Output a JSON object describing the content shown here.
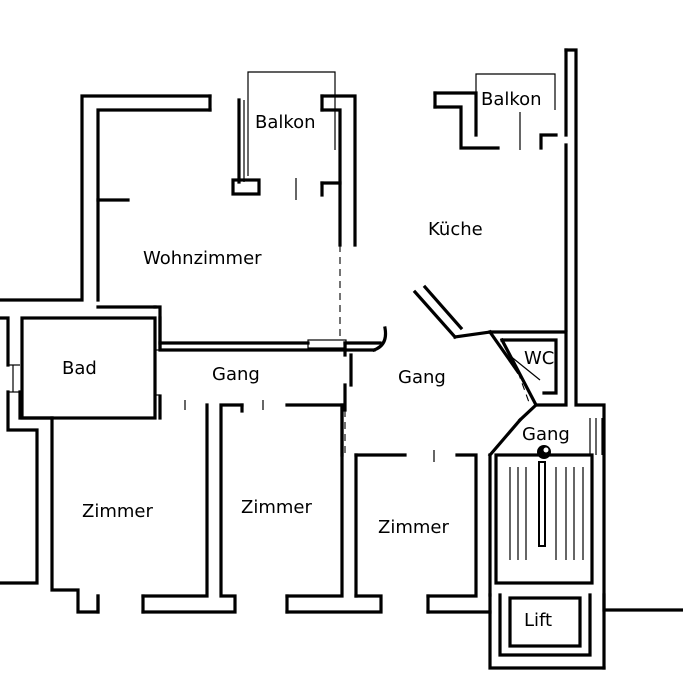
{
  "rooms": {
    "balkon_left": "Balkon",
    "balkon_right": "Balkon",
    "wohnzimmer": "Wohnzimmer",
    "kueche": "Küche",
    "bad": "Bad",
    "gang_left": "Gang",
    "gang_center": "Gang",
    "wc": "WC",
    "gang_right": "Gang",
    "zimmer_1": "Zimmer",
    "zimmer_2": "Zimmer",
    "zimmer_3": "Zimmer",
    "lift": "Lift"
  }
}
